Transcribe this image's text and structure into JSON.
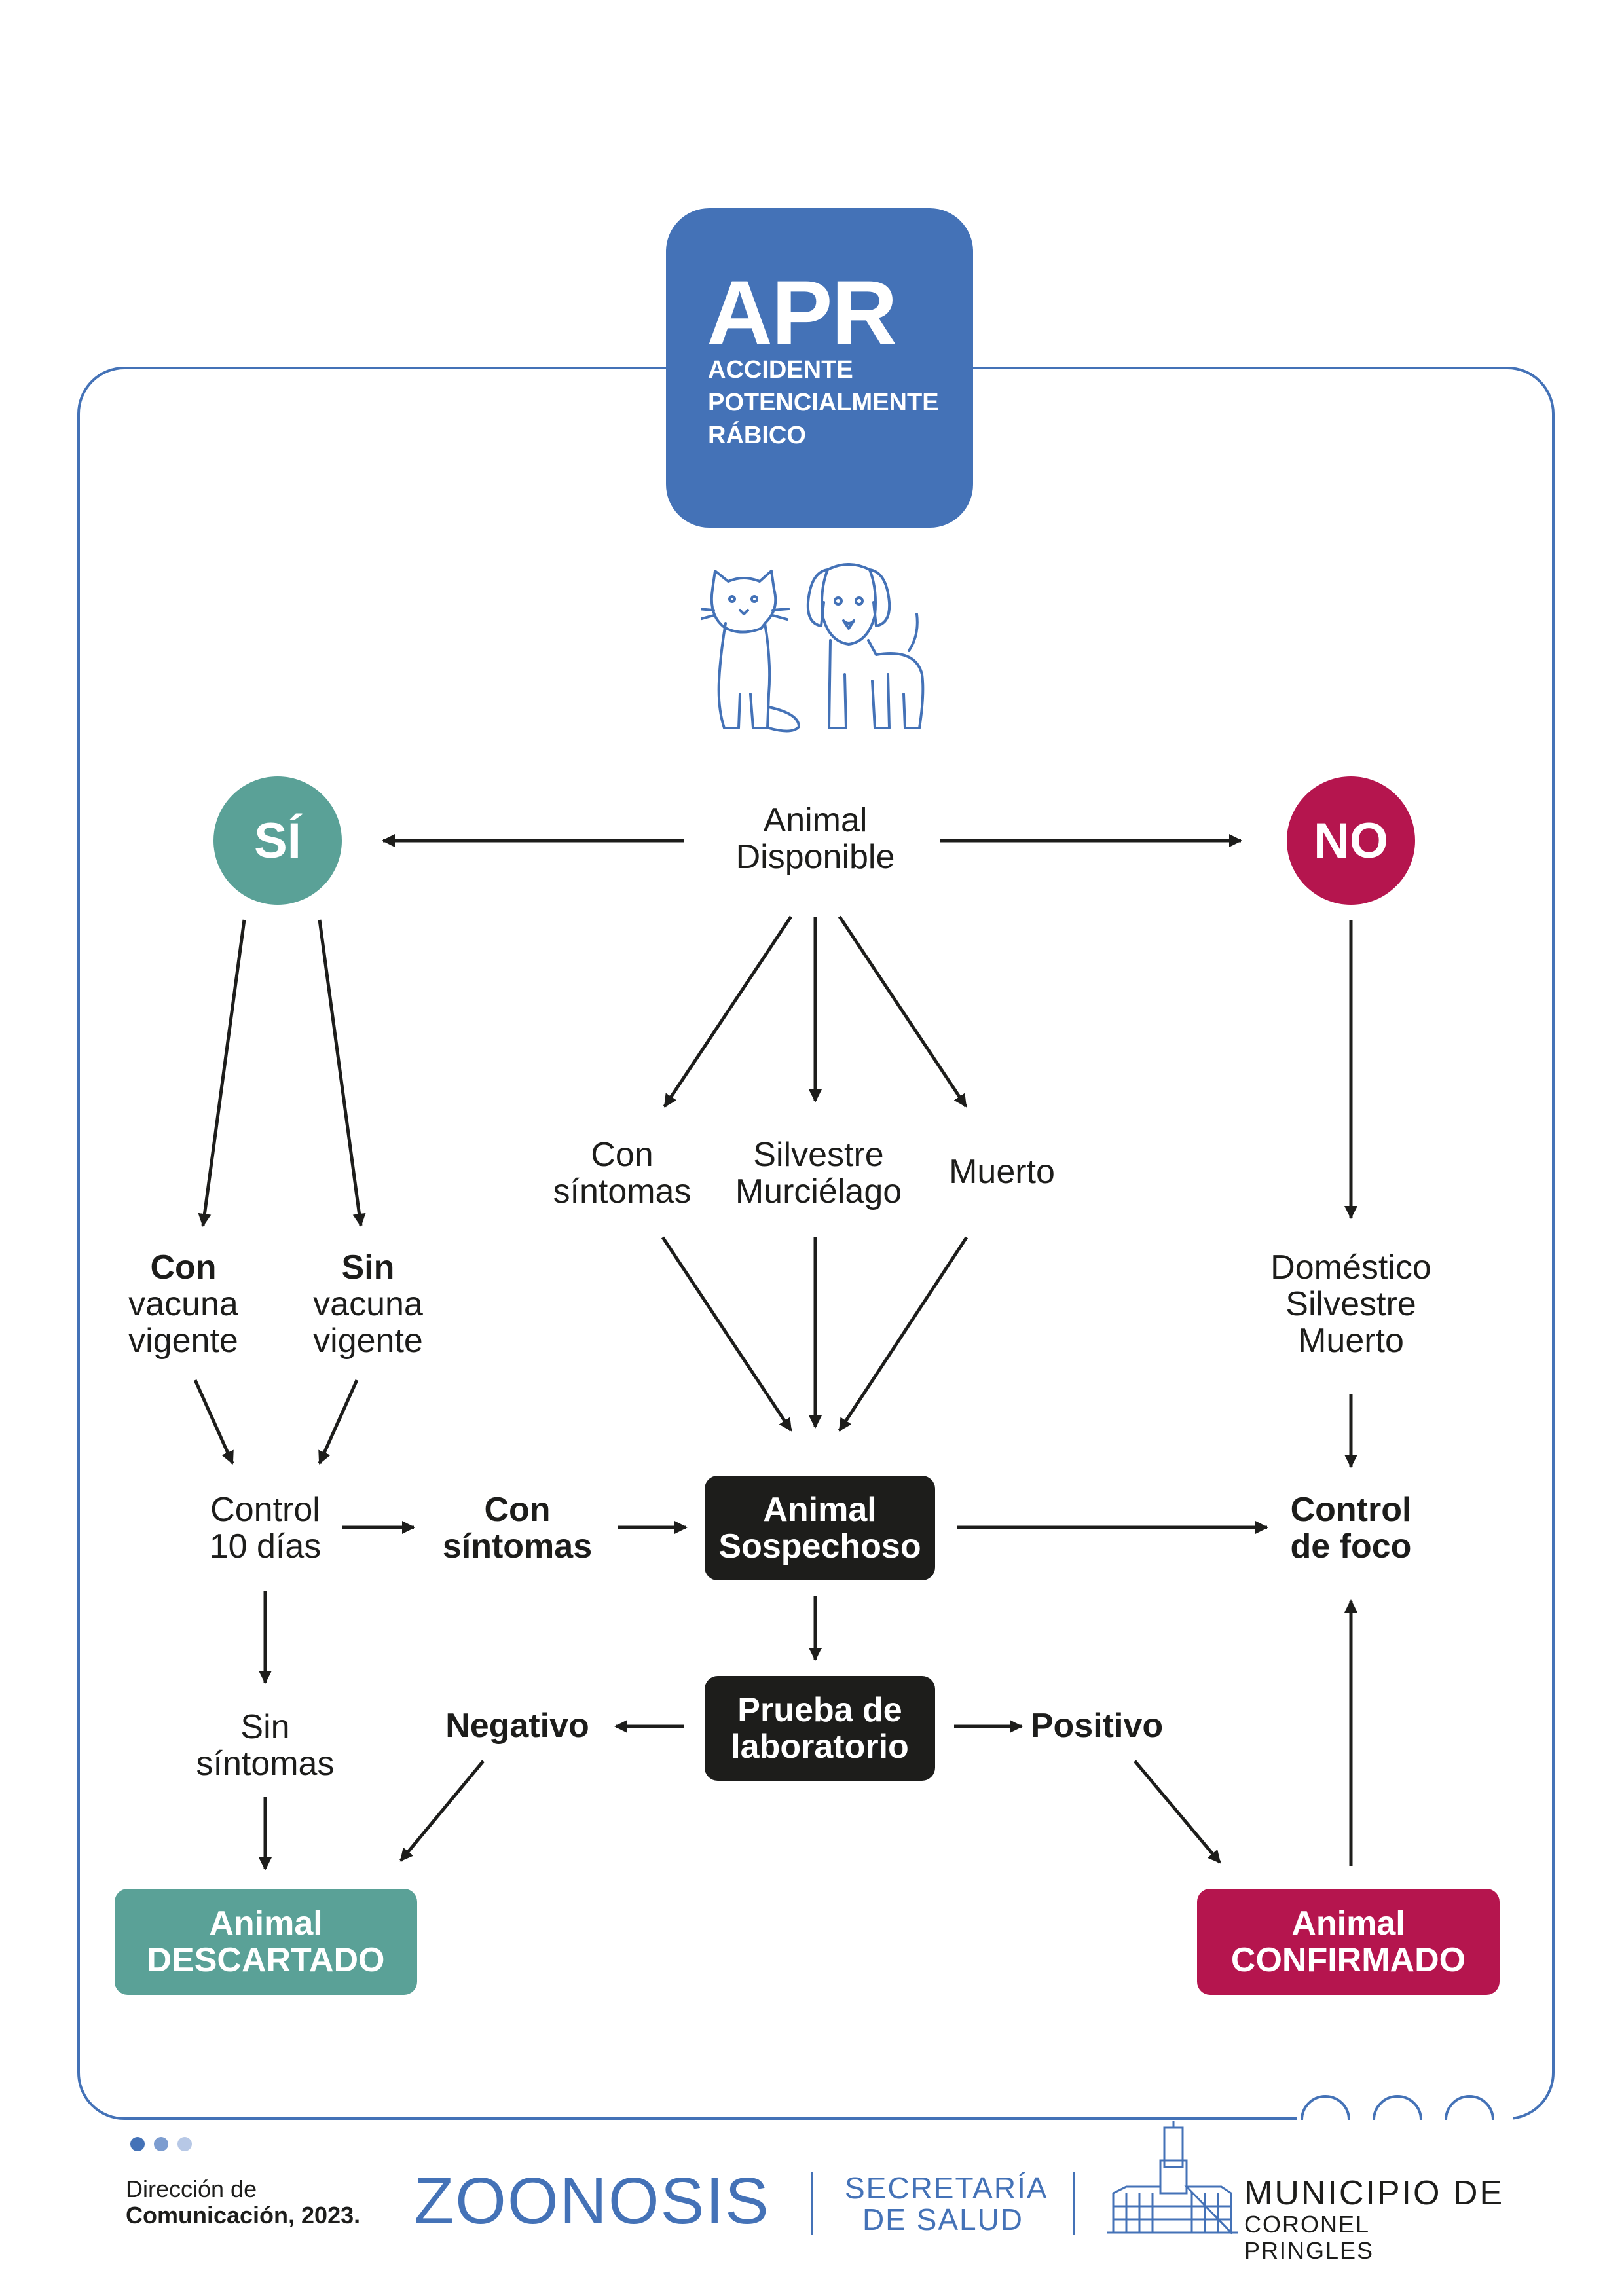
{
  "header": {
    "apr_title": "APR",
    "apr_line1": "ACCIDENTE",
    "apr_line2": "POTENCIALMENTE",
    "apr_line3": "RÁBICO"
  },
  "decision": {
    "yes": "SÍ",
    "no": "NO",
    "animal_available_1": "Animal",
    "animal_available_2": "Disponible"
  },
  "center_branch": {
    "with_symptoms_1": "Con",
    "with_symptoms_2": "síntomas",
    "wild_bat_1": "Silvestre",
    "wild_bat_2": "Murciélago",
    "dead": "Muerto"
  },
  "left_branch": {
    "with_vaccine_bold": "Con",
    "with_vaccine_2": "vacuna",
    "with_vaccine_3": "vigente",
    "without_vaccine_bold": "Sin",
    "without_vaccine_2": "vacuna",
    "without_vaccine_3": "vigente",
    "control_1": "Control",
    "control_2": "10 días",
    "symptoms_1": "Con",
    "symptoms_2": "síntomas",
    "no_symptoms_1": "Sin",
    "no_symptoms_2": "síntomas"
  },
  "right_branch": {
    "domestic": "Doméstico",
    "wild": "Silvestre",
    "dead": "Muerto",
    "focus_1": "Control",
    "focus_2": "de foco"
  },
  "boxes": {
    "suspect_1": "Animal",
    "suspect_2": "Sospechoso",
    "lab_1": "Prueba de",
    "lab_2": "laboratorio",
    "negative": "Negativo",
    "positive": "Positivo",
    "discarded_1": "Animal",
    "discarded_2": "DESCARTADO",
    "confirmed_1": "Animal",
    "confirmed_2": "CONFIRMADO"
  },
  "footer": {
    "credit_1": "Dirección de",
    "credit_2": "Comunicación, 2023.",
    "zoonosis": "ZOONOSIS",
    "secretaria_1": "SECRETARÍA",
    "secretaria_2": "DE SALUD",
    "municipio_1": "MUNICIPIO DE",
    "municipio_2": "CORONEL PRINGLES"
  },
  "colors": {
    "blue": "#4472b7",
    "teal": "#5aa197",
    "magenta": "#b5154e",
    "dark": "#1d1d1b"
  },
  "icons": [
    "cat-icon",
    "dog-icon",
    "municipal-building-icon"
  ]
}
